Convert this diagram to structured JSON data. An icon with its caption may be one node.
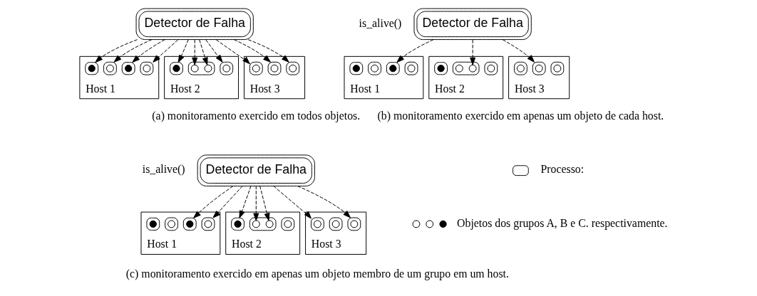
{
  "diagram": {
    "nodes": [
      {
        "text": [
          "Detector de Falha"
        ]
      },
      {
        "text": [
          "Host 1"
        ]
      },
      {
        "text": [],
        "shape": "box",
        "in": 1
      },
      {
        "text": [],
        "shape": "circle",
        "in": 2
      },
      {
        "text": [],
        "shape": "box",
        "in": 1
      },
      {
        "text": [],
        "shape": "dot",
        "in": 4
      },
      {
        "text": [],
        "shape": "box",
        "in": 1
      },
      {
        "text": [],
        "shape": "circle",
        "in": 6
      },
      {
        "text": [],
        "shape": "box",
        "in": 1
      },
      {
        "text": [],
        "shape": "dot",
        "in": 8
      },
      {
        "text": [
          "Host 2"
        ]
      },
      {
        "text": [],
        "shape": "box",
        "in": 10
      },
      {
        "text": [],
        "shape": "circle",
        "in": 11
      },
      {
        "text": [],
        "shape": "box",
        "in": 10
      },
      {
        "text": [],
        "shape": "circle",
        "in": 13
      },
      {
        "text": [],
        "shape": "circle",
        "in": 13
      },
      {
        "text": [],
        "shape": "box",
        "in": 10
      },
      {
        "text": [],
        "shape": "dot",
        "in": 16
      },
      {
        "text": [
          "Host 3"
        ]
      },
      {
        "text": [],
        "shape": "box",
        "in": 18
      },
      {
        "text": [],
        "shape": "circle",
        "in": 19
      },
      {
        "text": [],
        "shape": "box",
        "in": 18
      },
      {
        "text": [],
        "shape": "circle",
        "in": 21
      },
      {
        "text": [],
        "shape": "box",
        "in": 18
      },
      {
        "text": [],
        "shape": "circle",
        "in": 23
      },
      {
        "text": [
          "Detector de Falha"
        ]
      },
      {
        "text": [
          "Host 1"
        ]
      },
      {
        "text": [],
        "shape": "box",
        "in": 26
      },
      {
        "text": [],
        "shape": "circle",
        "in": 27
      },
      {
        "text": [],
        "shape": "box",
        "in": 26
      },
      {
        "text": [],
        "shape": "dot",
        "in": 29
      },
      {
        "text": [],
        "shape": "box",
        "in": 26
      },
      {
        "text": [],
        "shape": "circle",
        "in": 31
      },
      {
        "text": [],
        "shape": "box",
        "in": 26
      },
      {
        "text": [],
        "shape": "dot",
        "in": 33
      },
      {
        "text": [
          "Host 2"
        ]
      },
      {
        "text": [],
        "shape": "box",
        "in": 35
      },
      {
        "text": [],
        "shape": "circle",
        "in": 36
      },
      {
        "text": [],
        "shape": "box",
        "in": 35
      },
      {
        "text": [],
        "shape": "circle",
        "in": 38
      },
      {
        "text": [],
        "shape": "circle",
        "in": 38
      },
      {
        "text": [],
        "shape": "box",
        "in": 35
      },
      {
        "text": [],
        "shape": "dot",
        "in": 41
      },
      {
        "text": [
          "Host 3"
        ]
      },
      {
        "text": [],
        "shape": "box",
        "in": 43
      },
      {
        "text": [],
        "shape": "circle",
        "in": 44
      },
      {
        "text": [],
        "shape": "box",
        "in": 43
      },
      {
        "text": [],
        "shape": "circle",
        "in": 46
      },
      {
        "text": [],
        "shape": "box",
        "in": 43
      },
      {
        "text": [],
        "shape": "circle",
        "in": 48
      },
      {
        "text": [
          "Detector de Falha"
        ]
      },
      {
        "text": [
          "Host 1"
        ]
      },
      {
        "text": [],
        "shape": "box",
        "in": 51
      },
      {
        "text": [],
        "shape": "circle",
        "in": 52
      },
      {
        "text": [],
        "shape": "box",
        "in": 51
      },
      {
        "text": [],
        "shape": "dot",
        "in": 54
      },
      {
        "text": [],
        "shape": "box",
        "in": 51
      },
      {
        "text": [],
        "shape": "circle",
        "in": 56
      },
      {
        "text": [],
        "shape": "box",
        "in": 51
      },
      {
        "text": [],
        "shape": "dot",
        "in": 58
      },
      {
        "text": [
          "Host 2"
        ]
      },
      {
        "text": [],
        "shape": "box",
        "in": 60
      },
      {
        "text": [],
        "shape": "circle",
        "in": 61
      },
      {
        "text": [],
        "shape": "box",
        "in": 60
      },
      {
        "text": [],
        "shape": "circle",
        "in": 63
      },
      {
        "text": [],
        "shape": "circle",
        "in": 63
      },
      {
        "text": [],
        "shape": "box",
        "in": 60
      },
      {
        "text": [],
        "shape": "dot",
        "in": 66
      },
      {
        "text": [
          "Host 3"
        ]
      },
      {
        "text": [],
        "shape": "box",
        "in": 68
      },
      {
        "text": [],
        "shape": "circle",
        "in": 69
      },
      {
        "text": [],
        "shape": "box",
        "in": 68
      },
      {
        "text": [],
        "shape": "circle",
        "in": 71
      },
      {
        "text": [],
        "shape": "box",
        "in": 68
      },
      {
        "text": [],
        "shape": "circle",
        "in": 73
      }
    ],
    "edges": [
      {
        "from": 0,
        "to": 2,
        "arrow": "to",
        "style": "dashed"
      },
      {
        "from": 0,
        "to": 4,
        "arrow": "to",
        "style": "dashed"
      },
      {
        "from": 0,
        "to": 6,
        "arrow": "to",
        "style": "dashed"
      },
      {
        "from": 0,
        "to": 8,
        "arrow": "to",
        "style": "dashed"
      },
      {
        "from": 0,
        "to": 11,
        "arrow": "to",
        "style": "dashed"
      },
      {
        "from": 0,
        "to": 14,
        "arrow": "to",
        "style": "dashed"
      },
      {
        "from": 0,
        "to": 15,
        "arrow": "to",
        "style": "dashed"
      },
      {
        "from": 0,
        "to": 16,
        "arrow": "to",
        "style": "dashed"
      },
      {
        "from": 0,
        "to": 19,
        "arrow": "to",
        "style": "dashed"
      },
      {
        "from": 0,
        "to": 21,
        "arrow": "to",
        "style": "dashed"
      },
      {
        "from": 0,
        "to": 23,
        "arrow": "to",
        "style": "dashed"
      },
      {
        "from": 25,
        "to": 29,
        "arrow": "to",
        "style": "dashed"
      },
      {
        "from": 25,
        "to": 40,
        "arrow": "to",
        "style": "dashed"
      },
      {
        "from": 25,
        "to": 46,
        "arrow": "to",
        "style": "dashed"
      },
      {
        "from": 50,
        "to": 52,
        "arrow": "to",
        "style": "dashed"
      },
      {
        "from": 50,
        "to": 54,
        "arrow": "to",
        "style": "dashed"
      },
      {
        "from": 50,
        "to": 64,
        "arrow": "to",
        "style": "dashed"
      },
      {
        "from": 50,
        "to": 65,
        "arrow": "to",
        "style": "dashed"
      },
      {
        "from": 50,
        "to": 66,
        "arrow": "to",
        "style": "dashed"
      },
      {
        "from": 50,
        "to": 69,
        "arrow": "to",
        "style": "dashed"
      },
      {
        "from": 50,
        "to": 73,
        "arrow": "to",
        "style": "dashed"
      }
    ],
    "labels": [
      "is_alive()",
      "(a) monitoramento exercido em todos objetos.",
      "(b) monitoramento exercido em apenas um objeto de cada host.",
      "is_alive()",
      "(c) monitoramento exercido em apenas um objeto membro de um grupo em um host."
    ],
    "legend": [
      {
        "text": "Processo:"
      },
      {
        "text": "Objetos dos grupos A, B e C. respectivamente."
      }
    ]
  }
}
